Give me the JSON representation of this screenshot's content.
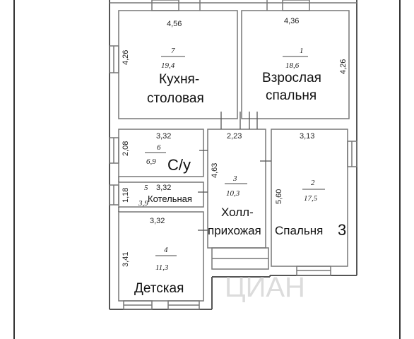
{
  "rooms": [
    {
      "number": "7",
      "area": "19,4",
      "name": "Кухня-столовая",
      "name_lines": [
        "Кухня-",
        "столовая"
      ]
    },
    {
      "number": "1",
      "area": "18,6",
      "name": "Взрослая спальня",
      "name_lines": [
        "Взрослая",
        "спальня"
      ]
    },
    {
      "number": "6",
      "area": "6,9",
      "name": "С/у",
      "name_lines": [
        "С/у"
      ]
    },
    {
      "number": "5",
      "area": "3,9",
      "name": "Котельная",
      "name_lines": [
        "Котельная"
      ]
    },
    {
      "number": "3",
      "area": "10,3",
      "name": "Холл-прихожая",
      "name_lines": [
        "Холл-",
        "прихожая"
      ]
    },
    {
      "number": "2",
      "area": "17,5",
      "name": "Спальня 3",
      "name_lines": [
        "Спальня"
      ],
      "handwritten_suffix": "3"
    },
    {
      "number": "4",
      "area": "11,3",
      "name": "Детская",
      "name_lines": [
        "Детская"
      ]
    }
  ],
  "dimensions": {
    "kitchen_width": "4,56",
    "bedroom1_width": "4,36",
    "kitchen_depth": "4,26",
    "bedroom1_depth": "4,26",
    "bath_width": "3,32",
    "bath_depth": "2,08",
    "hall_width": "2,23",
    "hall_depth": "4,63",
    "bedroom2_width": "3,13",
    "bedroom2_depth": "5,60",
    "boiler_width": "3,32",
    "boiler_depth": "1,18",
    "kids_width": "3,32",
    "kids_depth": "3,41"
  },
  "watermark": "ЦИАН"
}
